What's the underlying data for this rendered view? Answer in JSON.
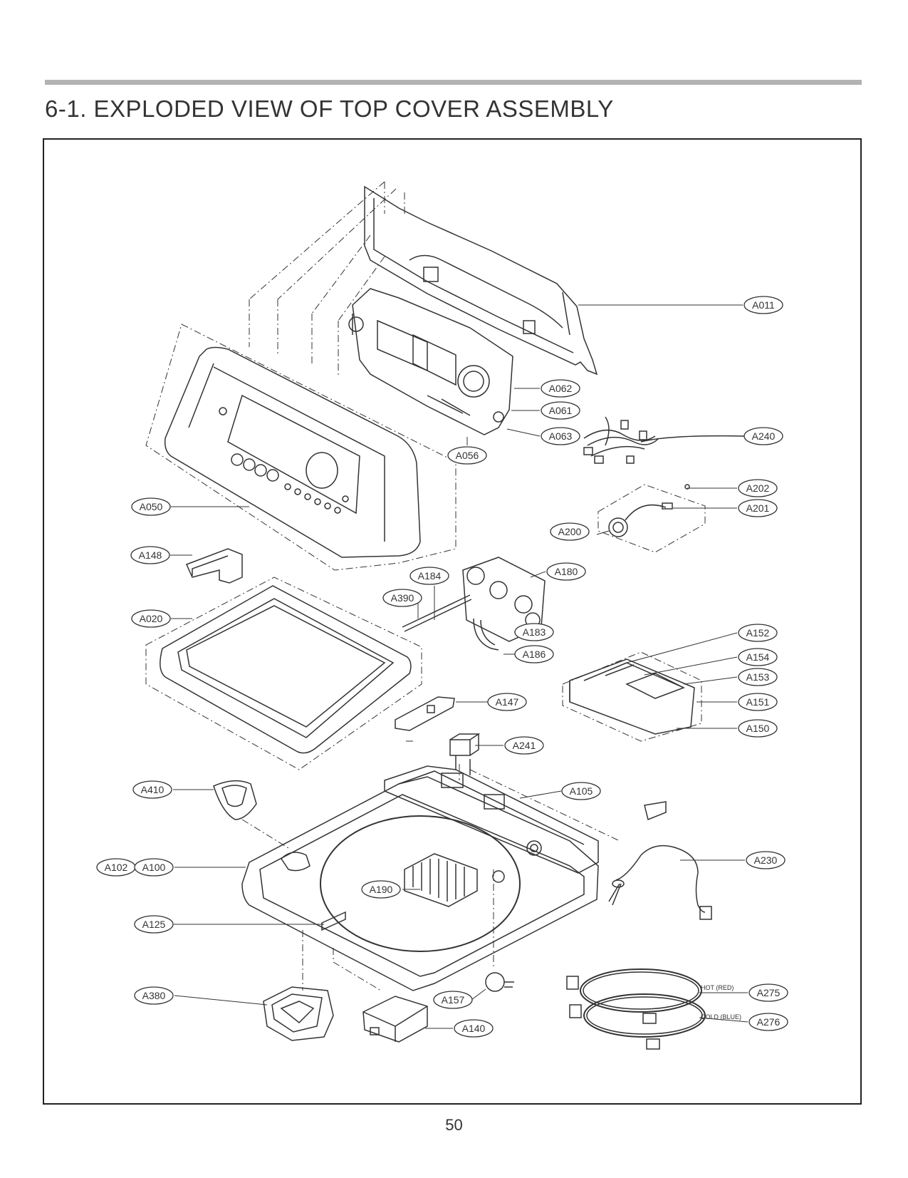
{
  "header": {
    "title": "6-1. EXPLODED VIEW OF TOP COVER ASSEMBLY"
  },
  "footer": {
    "page_number": "50"
  },
  "diagram": {
    "part_labels": [
      "A011",
      "A062",
      "A061",
      "A063",
      "A056",
      "A240",
      "A202",
      "A201",
      "A200",
      "A050",
      "A148",
      "A184",
      "A180",
      "A390",
      "A020",
      "A183",
      "A186",
      "A152",
      "A154",
      "A153",
      "A151",
      "A150",
      "A147",
      "A241",
      "A410",
      "A105",
      "A230",
      "A102",
      "A100",
      "A190",
      "A125",
      "A380",
      "A157",
      "A140",
      "A275",
      "A276"
    ],
    "hose_notes": {
      "hot": "HOT (RED)",
      "cold": "COLD (BLUE)"
    }
  }
}
